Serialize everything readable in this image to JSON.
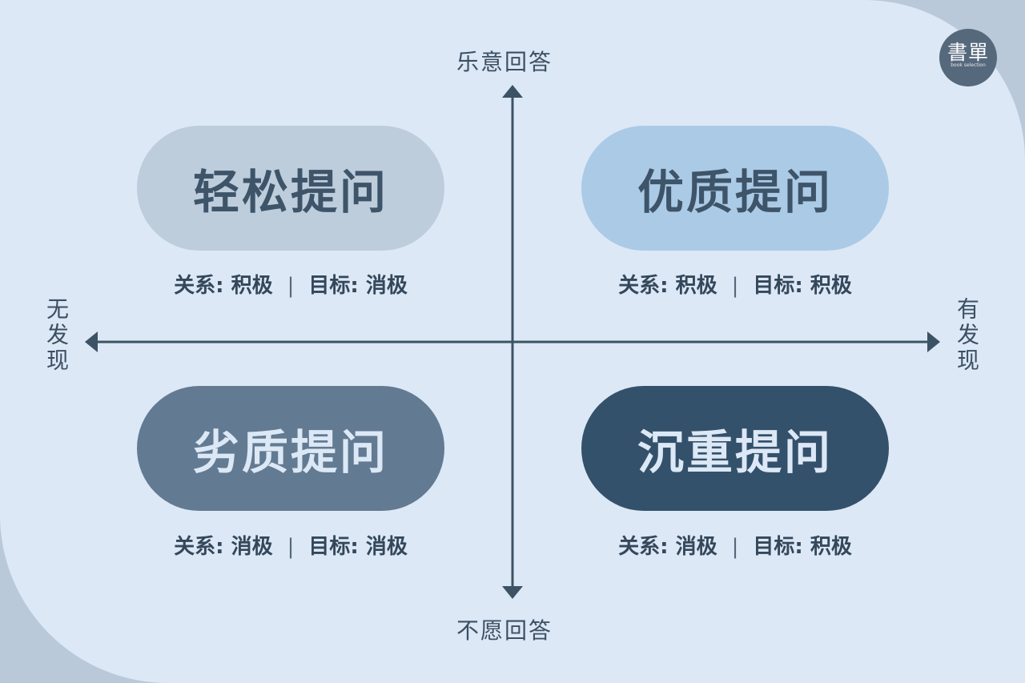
{
  "axes": {
    "top": "乐意回答",
    "bottom": "不愿回答",
    "left": "无发现",
    "right": "有发现"
  },
  "quadrants": [
    {
      "title": "轻松提问",
      "relation": "关系: 积极",
      "goal": "目标: 消极",
      "color": "#bdcddc",
      "text_color": "#3e5469"
    },
    {
      "title": "优质提问",
      "relation": "关系: 积极",
      "goal": "目标: 积极",
      "color": "#abcae6",
      "text_color": "#3e5469"
    },
    {
      "title": "劣质提问",
      "relation": "关系: 消极",
      "goal": "目标: 消极",
      "color": "#627a92",
      "text_color": "#dce8f5"
    },
    {
      "title": "沉重提问",
      "relation": "关系: 消极",
      "goal": "目标: 积极",
      "color": "#34516b",
      "text_color": "#dce8f5"
    }
  ],
  "separator": "|",
  "logo": {
    "main": "書單",
    "sub": "book selection"
  },
  "colors": {
    "axis": "#3c5366",
    "background": "#dce8f5"
  }
}
